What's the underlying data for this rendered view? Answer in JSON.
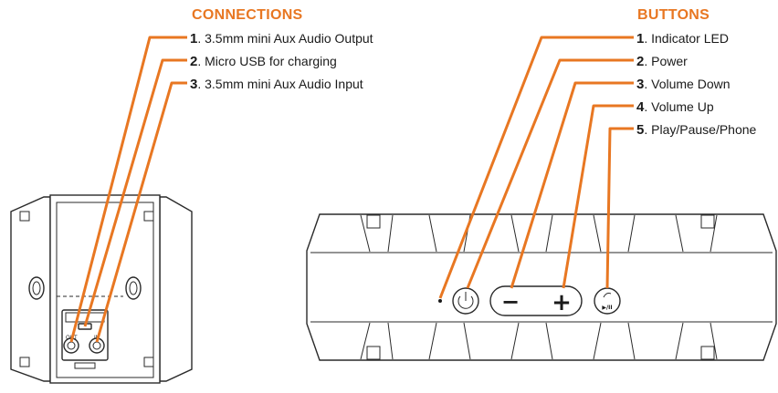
{
  "connections": {
    "title": "CONNECTIONS",
    "items": [
      {
        "num": "1",
        "text": "3.5mm mini Aux Audio Output"
      },
      {
        "num": "2",
        "text": "Micro USB for charging"
      },
      {
        "num": "3",
        "text": "3.5mm mini Aux Audio Input"
      }
    ],
    "port_labels": [
      "OUT",
      "IN"
    ]
  },
  "buttons": {
    "title": "BUTTONS",
    "items": [
      {
        "num": "1",
        "text": "Indicator LED"
      },
      {
        "num": "2",
        "text": "Power"
      },
      {
        "num": "3",
        "text": "Volume Down"
      },
      {
        "num": "4",
        "text": "Volume Up"
      },
      {
        "num": "5",
        "text": "Play/Pause/Phone"
      }
    ],
    "symbols": {
      "minus": "−",
      "plus": "+",
      "play_pause": "▶/II"
    }
  },
  "colors": {
    "accent": "#e87722",
    "line": "#2a2a2a"
  }
}
